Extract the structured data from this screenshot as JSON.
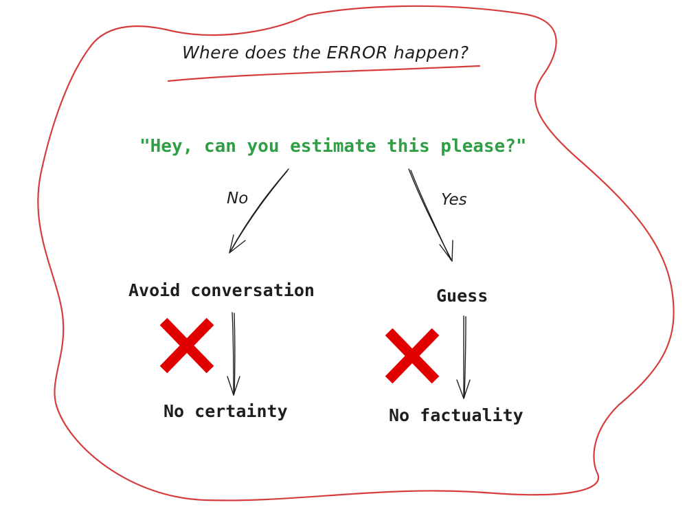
{
  "title": "Where does the ERROR happen?",
  "question": "\"Hey, can you estimate this please?\"",
  "branches": [
    {
      "edge_label": "No",
      "node": "Avoid conversation",
      "outcome": "No certainty",
      "mark": "red-x-icon"
    },
    {
      "edge_label": "Yes",
      "node": "Guess",
      "outcome": "No factuality",
      "mark": "red-x-icon"
    }
  ],
  "colors": {
    "outline": "#d63c3c",
    "question": "#2f9e44",
    "text": "#1e1e1e",
    "cross": "#e00000"
  }
}
